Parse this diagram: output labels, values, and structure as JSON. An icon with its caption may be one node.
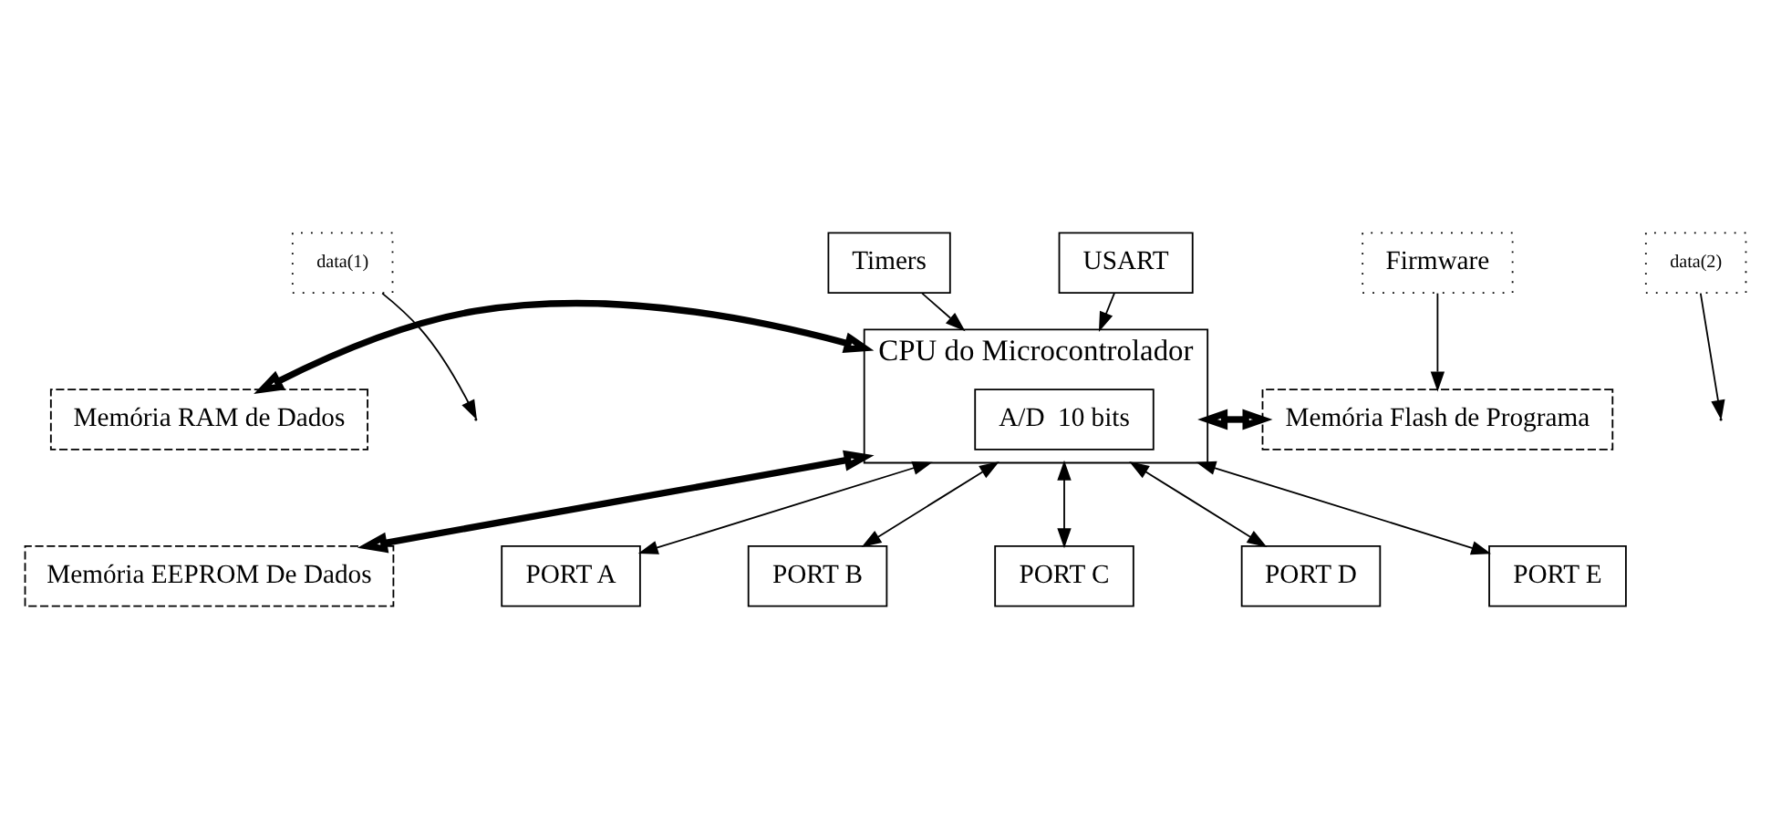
{
  "diagram": {
    "nodes": [
      {
        "text": [
          "Timers"
        ]
      },
      {
        "text": [
          "USART"
        ]
      },
      {
        "text": [
          "Firmware"
        ]
      },
      {
        "text": [
          "data(1)"
        ]
      },
      {
        "text": [
          "Memória RAM de Dados"
        ]
      },
      {
        "text": [
          "CPU do Microcontrolador"
        ]
      },
      {
        "text": [
          "A/D  10 bits"
        ],
        "in": 5
      },
      {
        "text": [
          "data(2)"
        ]
      },
      {
        "text": [
          "Memória EEPROM De Dados"
        ]
      },
      {
        "text": [
          "Memória Flash de Programa"
        ]
      },
      {
        "text": [
          "PORT A"
        ]
      },
      {
        "text": [
          "PORT B"
        ]
      },
      {
        "text": [
          "PORT C"
        ]
      },
      {
        "text": [
          "PORT D"
        ]
      },
      {
        "text": [
          "PORT E"
        ]
      }
    ],
    "edges": [
      {
        "from": 0,
        "to": 5,
        "arrow": "to"
      },
      {
        "from": 1,
        "to": 5,
        "arrow": "to"
      },
      {
        "from": 2,
        "to": 9,
        "arrow": "to"
      },
      {
        "from": 4,
        "to": 5,
        "arrow": "both",
        "style": "thick"
      },
      {
        "from": 3,
        "to": null,
        "arrow": "to"
      },
      {
        "from": 8,
        "to": 5,
        "arrow": "both",
        "style": "thick"
      },
      {
        "from": 5,
        "to": 9,
        "arrow": "both",
        "style": "thick"
      },
      {
        "from": 7,
        "to": null,
        "arrow": "to"
      },
      {
        "from": 5,
        "to": 10,
        "arrow": "both"
      },
      {
        "from": 5,
        "to": 11,
        "arrow": "both"
      },
      {
        "from": 5,
        "to": 12,
        "arrow": "both"
      },
      {
        "from": 5,
        "to": 13,
        "arrow": "both"
      },
      {
        "from": 5,
        "to": 14,
        "arrow": "both"
      }
    ]
  }
}
